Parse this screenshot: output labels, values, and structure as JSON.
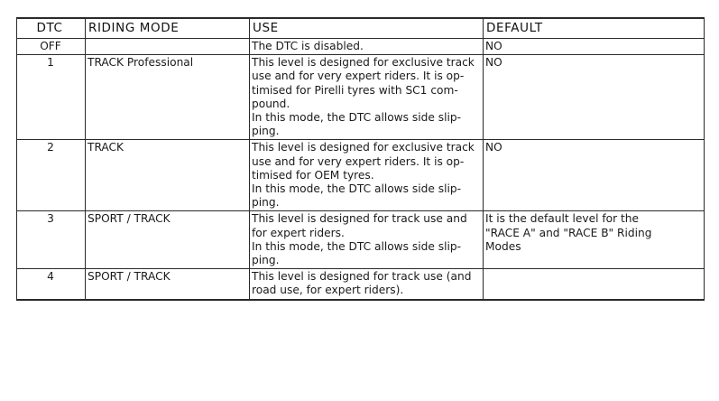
{
  "table": {
    "headers": {
      "dtc": "DTC",
      "riding_mode": "RIDING MODE",
      "use": "USE",
      "default": "DEFAULT"
    },
    "rows": [
      {
        "dtc": "OFF",
        "riding_mode": "",
        "use": [
          "The DTC is disabled."
        ],
        "default": [
          "NO"
        ]
      },
      {
        "dtc": "1",
        "riding_mode": "TRACK Professional",
        "use": [
          "This level is designed for exclusive track",
          "use and for very expert riders. It is op-",
          "timised for Pirelli tyres with SC1 com-",
          "pound.",
          "In this mode, the DTC allows side slip-",
          "ping."
        ],
        "default": [
          "NO"
        ]
      },
      {
        "dtc": "2",
        "riding_mode": "TRACK",
        "use": [
          "This level is designed for exclusive track",
          "use and for very expert riders. It is op-",
          "timised for OEM tyres.",
          "In this mode, the DTC allows side slip-",
          "ping."
        ],
        "default": [
          "NO"
        ]
      },
      {
        "dtc": "3",
        "riding_mode": "SPORT / TRACK",
        "use": [
          "This level is designed for track use and",
          "for expert riders.",
          "In this mode, the DTC allows side slip-",
          "ping."
        ],
        "default": [
          "It is the default level for the",
          "\"RACE A\" and \"RACE B\" Riding",
          "Modes"
        ]
      },
      {
        "dtc": "4",
        "riding_mode": "SPORT / TRACK",
        "use": [
          "This level is designed for track use (and",
          "road use, for expert riders)."
        ],
        "default": []
      }
    ]
  }
}
